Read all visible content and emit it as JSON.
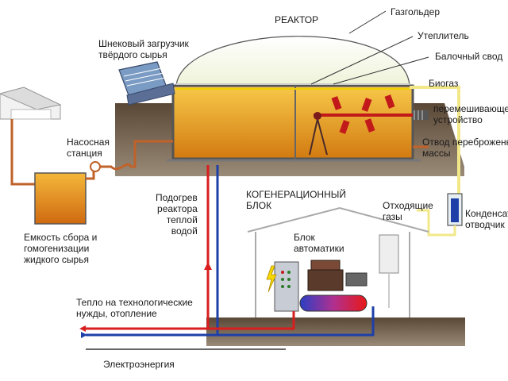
{
  "labels": {
    "reactor": "РЕАКТОР",
    "gasholder": "Газгольдер",
    "insulation": "Утеплитель",
    "beam_vault": "Балочный свод",
    "biogas": "Биогаз",
    "mixing_device": "перемешивающее\nустройство",
    "removal": "Отвод переброженной\nмассы",
    "condensate": "Конденсато-\nотводчик",
    "exhaust": "Отходящие\nгазы",
    "cogeneration": "КОГЕНЕРАЦИОННЫЙ\nБЛОК",
    "automation": "Блок\nавтоматики",
    "screw_loader": "Шнековый загрузчик\nтвёрдого сырья",
    "pump_station": "Насосная\nстанция",
    "reactor_heating": "Подогрев\nреактора\nтеплой\nводой",
    "tank": "Емкость сбора и\nгомогенизации\nжидкого сырья",
    "heat": "Тепло на технологические\nнужды, отопление",
    "electricity": "Электроэнергия"
  },
  "colors": {
    "slurry": "#e9a21c",
    "ground": "#4a3a2a",
    "hot_pipe": "#d81e1e",
    "cold_pipe": "#1e3fa8",
    "feed_pipe": "#c0622a",
    "gas_pipe": "#f2e88a",
    "mixer": "#c21a1a"
  }
}
